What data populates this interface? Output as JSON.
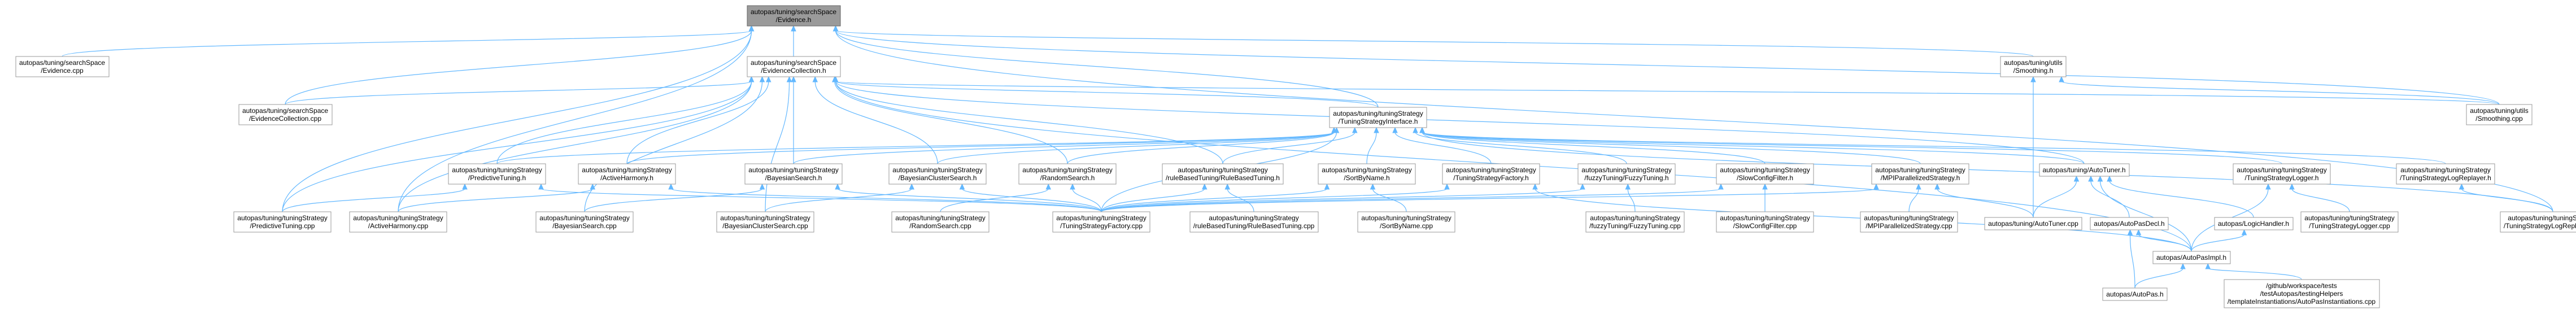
{
  "graph": {
    "nodes": [
      {
        "id": "evidence_h",
        "lines": [
          "autopas/tuning/searchSpace",
          "/Evidence.h"
        ],
        "root": true
      },
      {
        "id": "evidence_cpp",
        "lines": [
          "autopas/tuning/searchSpace",
          "/Evidence.cpp"
        ]
      },
      {
        "id": "evcoll_h",
        "lines": [
          "autopas/tuning/searchSpace",
          "/EvidenceCollection.h"
        ]
      },
      {
        "id": "evcoll_cpp",
        "lines": [
          "autopas/tuning/searchSpace",
          "/EvidenceCollection.cpp"
        ]
      },
      {
        "id": "smoothing_h",
        "lines": [
          "autopas/tuning/utils",
          "/Smoothing.h"
        ]
      },
      {
        "id": "smoothing_cpp",
        "lines": [
          "autopas/tuning/utils",
          "/Smoothing.cpp"
        ]
      },
      {
        "id": "tsi_h",
        "lines": [
          "autopas/tuning/tuningStrategy",
          "/TuningStrategyInterface.h"
        ]
      },
      {
        "id": "predictive_h",
        "lines": [
          "autopas/tuning/tuningStrategy",
          "/PredictiveTuning.h"
        ]
      },
      {
        "id": "active_h",
        "lines": [
          "autopas/tuning/tuningStrategy",
          "/ActiveHarmony.h"
        ]
      },
      {
        "id": "bayes_h",
        "lines": [
          "autopas/tuning/tuningStrategy",
          "/BayesianSearch.h"
        ]
      },
      {
        "id": "bayescl_h",
        "lines": [
          "autopas/tuning/tuningStrategy",
          "/BayesianClusterSearch.h"
        ]
      },
      {
        "id": "random_h",
        "lines": [
          "autopas/tuning/tuningStrategy",
          "/RandomSearch.h"
        ]
      },
      {
        "id": "rulebased_h",
        "lines": [
          "autopas/tuning/tuningStrategy",
          "/ruleBasedTuning/RuleBasedTuning.h"
        ]
      },
      {
        "id": "sortbyname_h",
        "lines": [
          "autopas/tuning/tuningStrategy",
          "/SortByName.h"
        ]
      },
      {
        "id": "factory_h",
        "lines": [
          "autopas/tuning/tuningStrategy",
          "/TuningStrategyFactory.h"
        ]
      },
      {
        "id": "fuzzy_h",
        "lines": [
          "autopas/tuning/tuningStrategy",
          "/fuzzyTuning/FuzzyTuning.h"
        ]
      },
      {
        "id": "slowcfg_h",
        "lines": [
          "autopas/tuning/tuningStrategy",
          "/SlowConfigFilter.h"
        ]
      },
      {
        "id": "mpipar_h",
        "lines": [
          "autopas/tuning/tuningStrategy",
          "/MPIParallelizedStrategy.h"
        ]
      },
      {
        "id": "autotuner_h",
        "lines": [
          "autopas/tuning/AutoTuner.h"
        ]
      },
      {
        "id": "tslogger_h",
        "lines": [
          "autopas/tuning/tuningStrategy",
          "/TuningStrategyLogger.h"
        ]
      },
      {
        "id": "tslogrep_h",
        "lines": [
          "autopas/tuning/tuningStrategy",
          "/TuningStrategyLogReplayer.h"
        ]
      },
      {
        "id": "predictive_cpp",
        "lines": [
          "autopas/tuning/tuningStrategy",
          "/PredictiveTuning.cpp"
        ]
      },
      {
        "id": "active_cpp",
        "lines": [
          "autopas/tuning/tuningStrategy",
          "/ActiveHarmony.cpp"
        ]
      },
      {
        "id": "bayes_cpp",
        "lines": [
          "autopas/tuning/tuningStrategy",
          "/BayesianSearch.cpp"
        ]
      },
      {
        "id": "bayescl_cpp",
        "lines": [
          "autopas/tuning/tuningStrategy",
          "/BayesianClusterSearch.cpp"
        ]
      },
      {
        "id": "random_cpp",
        "lines": [
          "autopas/tuning/tuningStrategy",
          "/RandomSearch.cpp"
        ]
      },
      {
        "id": "factory_cpp",
        "lines": [
          "autopas/tuning/tuningStrategy",
          "/TuningStrategyFactory.cpp"
        ]
      },
      {
        "id": "rulebased_cpp",
        "lines": [
          "autopas/tuning/tuningStrategy",
          "/ruleBasedTuning/RuleBasedTuning.cpp"
        ]
      },
      {
        "id": "sortbyname_cpp",
        "lines": [
          "autopas/tuning/tuningStrategy",
          "/SortByName.cpp"
        ]
      },
      {
        "id": "fuzzy_cpp",
        "lines": [
          "autopas/tuning/tuningStrategy",
          "/fuzzyTuning/FuzzyTuning.cpp"
        ]
      },
      {
        "id": "slowcfg_cpp",
        "lines": [
          "autopas/tuning/tuningStrategy",
          "/SlowConfigFilter.cpp"
        ]
      },
      {
        "id": "mpipar_cpp",
        "lines": [
          "autopas/tuning/tuningStrategy",
          "/MPIParallelizedStrategy.cpp"
        ]
      },
      {
        "id": "autotuner_cpp",
        "lines": [
          "autopas/tuning/AutoTuner.cpp"
        ]
      },
      {
        "id": "autopasdecl_h",
        "lines": [
          "autopas/AutoPasDecl.h"
        ]
      },
      {
        "id": "logichandler_h",
        "lines": [
          "autopas/LogicHandler.h"
        ]
      },
      {
        "id": "tslogger_cpp",
        "lines": [
          "autopas/tuning/tuningStrategy",
          "/TuningStrategyLogger.cpp"
        ]
      },
      {
        "id": "tslogrep_cpp",
        "lines": [
          "autopas/tuning/tuningStrategy",
          "/TuningStrategyLogReplayer.cpp"
        ]
      },
      {
        "id": "autopasimpl_h",
        "lines": [
          "autopas/AutoPasImpl.h"
        ]
      },
      {
        "id": "autopas_h",
        "lines": [
          "autopas/AutoPas.h"
        ]
      },
      {
        "id": "inst_cpp",
        "lines": [
          "/github/workspace/tests",
          "/testAutopas/testingHelpers",
          "/templateInstantiations/AutoPasInstantiations.cpp"
        ]
      }
    ],
    "edges": [
      [
        "evidence_h",
        "evidence_cpp"
      ],
      [
        "evidence_h",
        "evcoll_h"
      ],
      [
        "evidence_h",
        "evcoll_cpp"
      ],
      [
        "evidence_h",
        "smoothing_h"
      ],
      [
        "evidence_h",
        "smoothing_cpp"
      ],
      [
        "evidence_h",
        "tsi_h"
      ],
      [
        "evidence_h",
        "predictive_cpp"
      ],
      [
        "evidence_h",
        "active_cpp"
      ],
      [
        "evidence_h",
        "tslogrep_cpp"
      ],
      [
        "evcoll_h",
        "evcoll_cpp"
      ],
      [
        "evcoll_h",
        "tsi_h"
      ],
      [
        "evcoll_h",
        "predictive_h"
      ],
      [
        "evcoll_h",
        "active_h"
      ],
      [
        "evcoll_h",
        "bayes_h"
      ],
      [
        "evcoll_h",
        "bayescl_h"
      ],
      [
        "evcoll_h",
        "random_h"
      ],
      [
        "evcoll_h",
        "rulebased_h"
      ],
      [
        "evcoll_h",
        "predictive_cpp"
      ],
      [
        "evcoll_h",
        "active_cpp"
      ],
      [
        "evcoll_h",
        "bayes_cpp"
      ],
      [
        "evcoll_h",
        "bayescl_cpp"
      ],
      [
        "evcoll_h",
        "autopasimpl_h"
      ],
      [
        "evcoll_h",
        "autotuner_h"
      ],
      [
        "evcoll_h",
        "smoothing_cpp"
      ],
      [
        "smoothing_h",
        "smoothing_cpp"
      ],
      [
        "smoothing_h",
        "autotuner_cpp"
      ],
      [
        "tsi_h",
        "predictive_h"
      ],
      [
        "tsi_h",
        "active_h"
      ],
      [
        "tsi_h",
        "bayes_h"
      ],
      [
        "tsi_h",
        "bayescl_h"
      ],
      [
        "tsi_h",
        "random_h"
      ],
      [
        "tsi_h",
        "rulebased_h"
      ],
      [
        "tsi_h",
        "sortbyname_h"
      ],
      [
        "tsi_h",
        "factory_h"
      ],
      [
        "tsi_h",
        "fuzzy_h"
      ],
      [
        "tsi_h",
        "slowcfg_h"
      ],
      [
        "tsi_h",
        "mpipar_h"
      ],
      [
        "tsi_h",
        "autotuner_h"
      ],
      [
        "tsi_h",
        "tslogger_h"
      ],
      [
        "tsi_h",
        "tslogrep_h"
      ],
      [
        "tsi_h",
        "factory_cpp"
      ],
      [
        "tsi_h",
        "tslogrep_cpp"
      ],
      [
        "predictive_h",
        "predictive_cpp"
      ],
      [
        "predictive_h",
        "factory_cpp"
      ],
      [
        "active_h",
        "active_cpp"
      ],
      [
        "active_h",
        "factory_cpp"
      ],
      [
        "bayes_h",
        "bayes_cpp"
      ],
      [
        "bayes_h",
        "factory_cpp"
      ],
      [
        "bayescl_h",
        "bayescl_cpp"
      ],
      [
        "bayescl_h",
        "factory_cpp"
      ],
      [
        "random_h",
        "random_cpp"
      ],
      [
        "random_h",
        "factory_cpp"
      ],
      [
        "rulebased_h",
        "rulebased_cpp"
      ],
      [
        "rulebased_h",
        "factory_cpp"
      ],
      [
        "sortbyname_h",
        "sortbyname_cpp"
      ],
      [
        "sortbyname_h",
        "factory_cpp"
      ],
      [
        "factory_h",
        "factory_cpp"
      ],
      [
        "factory_h",
        "autopasimpl_h"
      ],
      [
        "fuzzy_h",
        "fuzzy_cpp"
      ],
      [
        "fuzzy_h",
        "factory_cpp"
      ],
      [
        "slowcfg_h",
        "slowcfg_cpp"
      ],
      [
        "slowcfg_h",
        "factory_cpp"
      ],
      [
        "mpipar_h",
        "mpipar_cpp"
      ],
      [
        "mpipar_h",
        "factory_cpp"
      ],
      [
        "mpipar_h",
        "autotuner_cpp"
      ],
      [
        "autotuner_h",
        "autotuner_cpp"
      ],
      [
        "autotuner_h",
        "autopasdecl_h"
      ],
      [
        "autotuner_h",
        "logichandler_h"
      ],
      [
        "autotuner_h",
        "autopasimpl_h"
      ],
      [
        "tslogger_h",
        "tslogger_cpp"
      ],
      [
        "tslogger_h",
        "autopasimpl_h"
      ],
      [
        "tslogrep_h",
        "tslogrep_cpp"
      ],
      [
        "autopasdecl_h",
        "autopasimpl_h"
      ],
      [
        "autopasdecl_h",
        "autopas_h"
      ],
      [
        "logichandler_h",
        "autopasimpl_h"
      ],
      [
        "autopasimpl_h",
        "autopas_h"
      ],
      [
        "autopasimpl_h",
        "inst_cpp"
      ]
    ]
  }
}
